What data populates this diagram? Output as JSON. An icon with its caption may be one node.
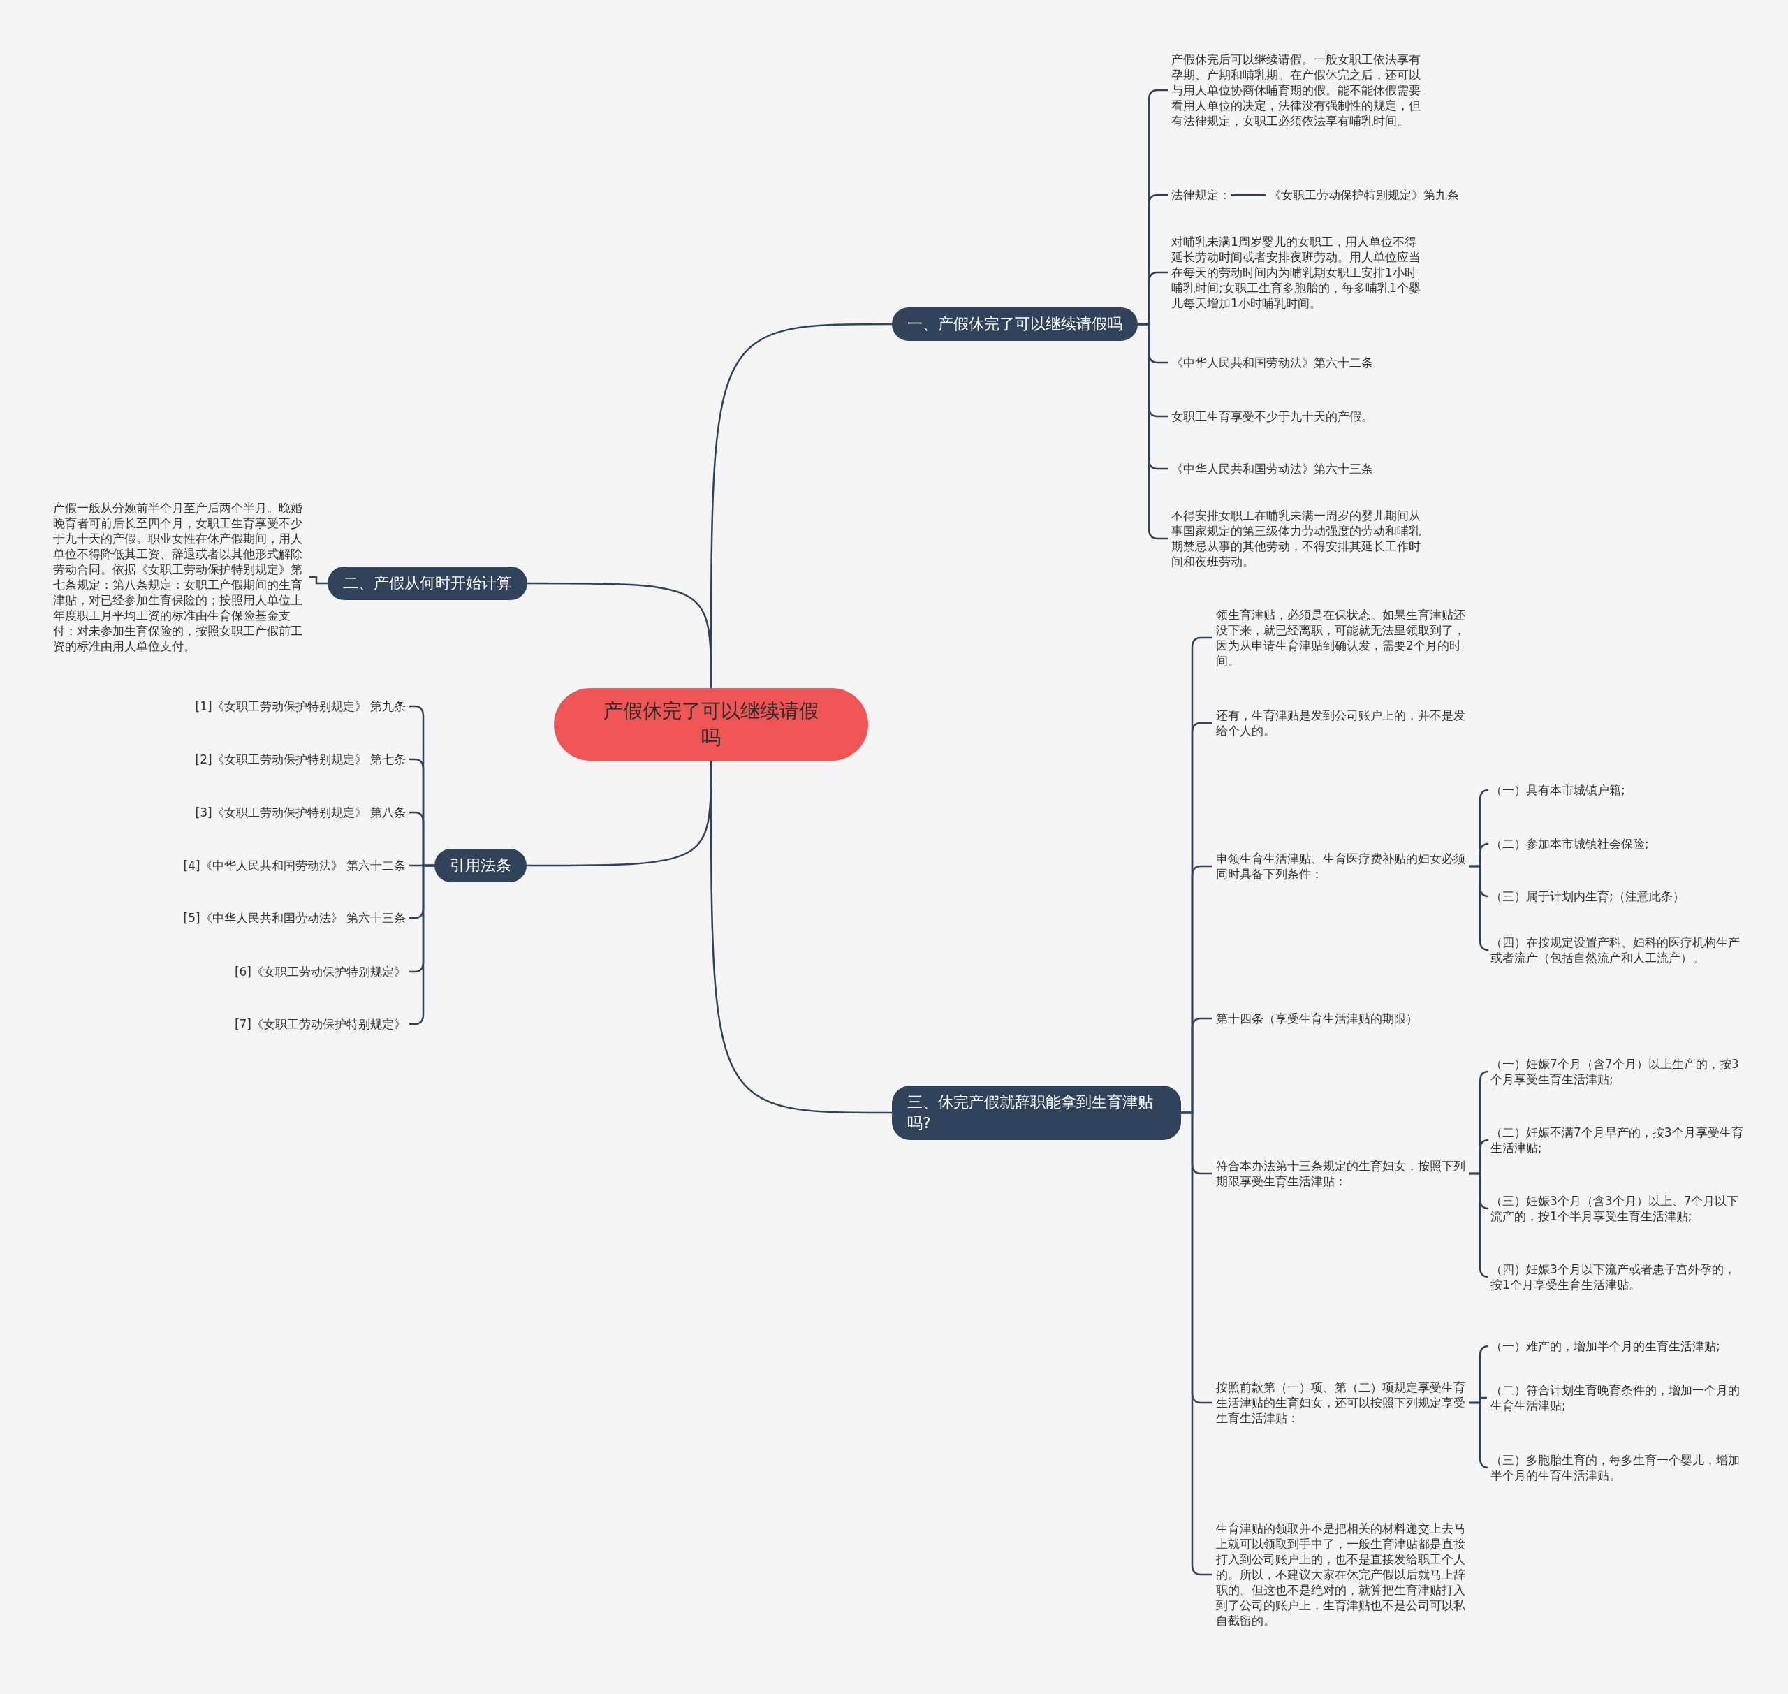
{
  "diagram": {
    "nodes": [
      {
        "text": [
          "产假休完了可以继续请假吗"
        ]
      },
      {
        "text": [
          "一、产假休完了可以继续请假吗"
        ]
      },
      {
        "text": [
          "产假休完后可以继续请假。一般女职工依法享有孕期、产期和哺乳期。在产假休完之后，还可以与用人单位协商休哺育期的假。能不能休假需要看用人单位的决定，法律没有强制性的规定，但有法律规定，女职工必须依法享有哺乳时间。"
        ]
      },
      {
        "text": [
          "法律规定："
        ]
      },
      {
        "text": [
          "《女职工劳动保护特别规定》第九条"
        ]
      },
      {
        "text": [
          "对哺乳未满1周岁婴儿的女职工，用人单位不得延长劳动时间或者安排夜班劳动。用人单位应当在每天的劳动时间内为哺乳期女职工安排1小时哺乳时间;女职工生育多胞胎的，每多哺乳1个婴儿每天增加1小时哺乳时间。"
        ]
      },
      {
        "text": [
          "《中华人民共和国劳动法》第六十二条"
        ]
      },
      {
        "text": [
          "女职工生育享受不少于九十天的产假。"
        ]
      },
      {
        "text": [
          "《中华人民共和国劳动法》第六十三条"
        ]
      },
      {
        "text": [
          "不得安排女职工在哺乳未满一周岁的婴儿期间从事国家规定的第三级体力劳动强度的劳动和哺乳期禁忌从事的其他劳动，不得安排其延长工作时间和夜班劳动。"
        ]
      },
      {
        "text": [
          "二、产假从何时开始计算"
        ]
      },
      {
        "text": [
          "产假一般从分娩前半个月至产后两个半月。晚婚晚育者可前后长至四个月，女职工生育享受不少于九十天的产假。职业女性在休产假期间，用人单位不得降低其工资、辞退或者以其他形式解除劳动合同。依据《女职工劳动保护特别规定》第七条规定：第八条规定：女职工产假期间的生育津贴，对已经参加生育保险的；按照用人单位上年度职工月平均工资的标准由生育保险基金支付；对未参加生育保险的，按照女职工产假前工资的标准由用人单位支付。"
        ]
      },
      {
        "text": [
          "引用法条"
        ]
      },
      {
        "text": [
          "[1]《女职工劳动保护特别规定》 第九条"
        ]
      },
      {
        "text": [
          "[2]《女职工劳动保护特别规定》 第七条"
        ]
      },
      {
        "text": [
          "[3]《女职工劳动保护特别规定》 第八条"
        ]
      },
      {
        "text": [
          "[4]《中华人民共和国劳动法》 第六十二条"
        ]
      },
      {
        "text": [
          "[5]《中华人民共和国劳动法》 第六十三条"
        ]
      },
      {
        "text": [
          "[6]《女职工劳动保护特别规定》"
        ]
      },
      {
        "text": [
          "[7]《女职工劳动保护特别规定》"
        ]
      },
      {
        "text": [
          "三、休完产假就辞职能拿到生育津贴吗?"
        ]
      },
      {
        "text": [
          "领生育津贴，必须是在保状态。如果生育津贴还没下来，就已经离职，可能就无法里领取到了，因为从申请生育津贴到确认发，需要2个月的时间。"
        ]
      },
      {
        "text": [
          "还有，生育津贴是发到公司账户上的，并不是发给个人的。"
        ]
      },
      {
        "text": [
          "申领生育生活津贴、生育医疗费补贴的妇女必须同时具备下列条件："
        ]
      },
      {
        "text": [
          "（一）具有本市城镇户籍;"
        ]
      },
      {
        "text": [
          "（二）参加本市城镇社会保险;"
        ]
      },
      {
        "text": [
          "（三）属于计划内生育;（注意此条）"
        ]
      },
      {
        "text": [
          "（四）在按规定设置产科、妇科的医疗机构生产或者流产（包括自然流产和人工流产）。"
        ]
      },
      {
        "text": [
          "第十四条（享受生育生活津贴的期限）"
        ]
      },
      {
        "text": [
          "符合本办法第十三条规定的生育妇女，按照下列期限享受生育生活津贴："
        ]
      },
      {
        "text": [
          "（一）妊娠7个月（含7个月）以上生产的，按3个月享受生育生活津贴;"
        ]
      },
      {
        "text": [
          "（二）妊娠不满7个月早产的，按3个月享受生育生活津贴;"
        ]
      },
      {
        "text": [
          "（三）妊娠3个月（含3个月）以上、7个月以下流产的，按1个半月享受生育生活津贴;"
        ]
      },
      {
        "text": [
          "（四）妊娠3个月以下流产或者患子宫外孕的，按1个月享受生育生活津贴。"
        ]
      },
      {
        "text": [
          "按照前款第（一）项、第（二）项规定享受生育生活津贴的生育妇女，还可以按照下列规定享受生育生活津贴："
        ]
      },
      {
        "text": [
          "（一）难产的，增加半个月的生育生活津贴;"
        ]
      },
      {
        "text": [
          "（二）符合计划生育晚育条件的，增加一个月的生育生活津贴;"
        ]
      },
      {
        "text": [
          "（三）多胞胎生育的，每多生育一个婴儿，增加半个月的生育生活津贴。"
        ]
      },
      {
        "text": [
          "生育津贴的领取并不是把相关的材料递交上去马上就可以领取到手中了，一般生育津贴都是直接打入到公司账户上的，也不是直接发给职工个人的。所以，不建议大家在休完产假以后就马上辞职的。但这也不是绝对的，就算把生育津贴打入到了公司的账户上，生育津贴也不是公司可以私自截留的。"
        ]
      }
    ],
    "edges": [
      {
        "from": 0,
        "to": 1,
        "arrow": "none"
      },
      {
        "from": 1,
        "to": 2,
        "arrow": "none"
      },
      {
        "from": 1,
        "to": 3,
        "arrow": "none"
      },
      {
        "from": 3,
        "to": 4,
        "arrow": "none"
      },
      {
        "from": 1,
        "to": 5,
        "arrow": "none"
      },
      {
        "from": 1,
        "to": 6,
        "arrow": "none"
      },
      {
        "from": 1,
        "to": 7,
        "arrow": "none"
      },
      {
        "from": 1,
        "to": 8,
        "arrow": "none"
      },
      {
        "from": 1,
        "to": 9,
        "arrow": "none"
      },
      {
        "from": 0,
        "to": 10,
        "arrow": "none"
      },
      {
        "from": 10,
        "to": 11,
        "arrow": "none"
      },
      {
        "from": 0,
        "to": 12,
        "arrow": "none"
      },
      {
        "from": 12,
        "to": 13,
        "arrow": "none"
      },
      {
        "from": 12,
        "to": 14,
        "arrow": "none"
      },
      {
        "from": 12,
        "to": 15,
        "arrow": "none"
      },
      {
        "from": 12,
        "to": 16,
        "arrow": "none"
      },
      {
        "from": 12,
        "to": 17,
        "arrow": "none"
      },
      {
        "from": 12,
        "to": 18,
        "arrow": "none"
      },
      {
        "from": 12,
        "to": 19,
        "arrow": "none"
      },
      {
        "from": 0,
        "to": 20,
        "arrow": "none"
      },
      {
        "from": 20,
        "to": 21,
        "arrow": "none"
      },
      {
        "from": 20,
        "to": 22,
        "arrow": "none"
      },
      {
        "from": 20,
        "to": 23,
        "arrow": "none"
      },
      {
        "from": 23,
        "to": 24,
        "arrow": "none"
      },
      {
        "from": 23,
        "to": 25,
        "arrow": "none"
      },
      {
        "from": 23,
        "to": 26,
        "arrow": "none"
      },
      {
        "from": 23,
        "to": 27,
        "arrow": "none"
      },
      {
        "from": 20,
        "to": 28,
        "arrow": "none"
      },
      {
        "from": 20,
        "to": 29,
        "arrow": "none"
      },
      {
        "from": 29,
        "to": 30,
        "arrow": "none"
      },
      {
        "from": 29,
        "to": 31,
        "arrow": "none"
      },
      {
        "from": 29,
        "to": 32,
        "arrow": "none"
      },
      {
        "from": 29,
        "to": 33,
        "arrow": "none"
      },
      {
        "from": 20,
        "to": 34,
        "arrow": "none"
      },
      {
        "from": 34,
        "to": 35,
        "arrow": "none"
      },
      {
        "from": 34,
        "to": 36,
        "arrow": "none"
      },
      {
        "from": 34,
        "to": 37,
        "arrow": "none"
      },
      {
        "from": 20,
        "to": 38,
        "arrow": "none"
      }
    ]
  }
}
